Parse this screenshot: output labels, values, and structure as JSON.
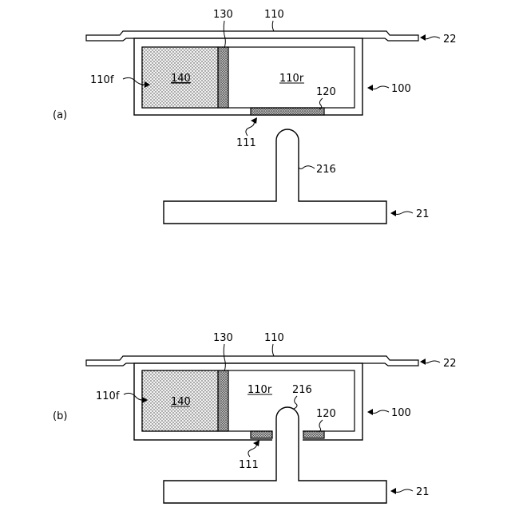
{
  "figure": {
    "panel_a": {
      "panel_label": "(a)",
      "labels": {
        "plate": "22",
        "cover": "110",
        "separator": "130",
        "front_chamber": "110f",
        "absorber": "140",
        "rear_chamber": "110r",
        "membrane": "120",
        "module": "100",
        "opening": "111",
        "protrusion": "216",
        "base": "21"
      }
    },
    "panel_b": {
      "panel_label": "(b)",
      "labels": {
        "plate": "22",
        "cover": "110",
        "separator": "130",
        "front_chamber": "110f",
        "absorber": "140",
        "rear_chamber": "110r",
        "protrusion": "216",
        "membrane": "120",
        "module": "100",
        "opening": "111",
        "base": "21"
      }
    }
  }
}
